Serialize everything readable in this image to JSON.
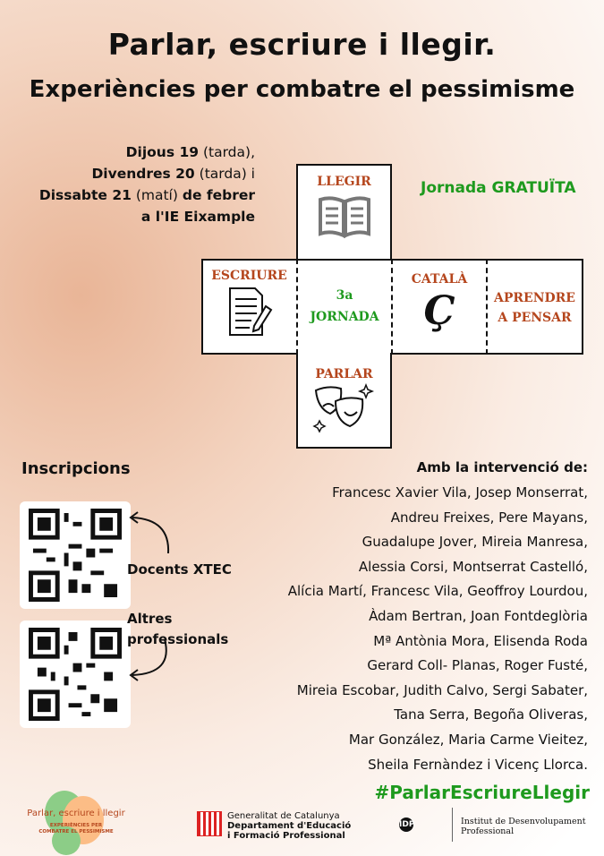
{
  "title": "Parlar, escriure i llegir.",
  "subtitle": "Experiències per combatre el pessimisme",
  "dates": {
    "d1_bold": "Dijous 19",
    "d1_rest": " (tarda),",
    "d2_bold": "Divendres 20",
    "d2_rest": " (tarda) i",
    "d3_bold": "Dissabte 21",
    "d3_mid": " (matí) ",
    "d3_end": "de febrer",
    "d4": "a l'IE Eixample"
  },
  "free": "Jornada GRATUÏTA",
  "cube": {
    "top": "LLEGIR",
    "left": "ESCRIURE",
    "center_1": "3a",
    "center_2": "JORNADA",
    "right": "CATALÀ",
    "far_right_1": "APRENDRE",
    "far_right_2": "A PENSAR",
    "bottom": "PARLAR",
    "cedilla": "Ç"
  },
  "registration": {
    "title": "Inscripcions",
    "qr1_label": "Docents XTEC",
    "qr2_label_1": "Altres",
    "qr2_label_2": "professionals"
  },
  "speakers": {
    "title": "Amb la intervenció de:",
    "lines": [
      "Francesc Xavier Vila, Josep Monserrat,",
      "Andreu Freixes, Pere Mayans,",
      "Guadalupe Jover, Mireia Manresa,",
      "Alessia Corsi, Montserrat Castelló,",
      "Alícia Martí, Francesc Vila, Geoffroy Lourdou,",
      "Àdam Bertran, Joan Fontdeglòria",
      "Mª Antònia Mora, Elisenda Roda",
      "Gerard Coll- Planas, Roger Fusté,",
      "Mireia Escobar, Judith Calvo,  Sergi Sabater,",
      "Tana Serra, Begoña Oliveras,",
      "Mar González,  Maria Carme Vieitez,",
      "Sheila Fernàndez i Vicenç Llorca."
    ]
  },
  "hashtag": "#ParlarEscriureLlegir",
  "footer": {
    "logo_title": "Parlar, escriure i llegir",
    "logo_sub_1": "EXPERIÈNCIES PER",
    "logo_sub_2": "COMBATRE EL PESSIMISME",
    "gen_1": "Generalitat de Catalunya",
    "gen_2": "Departament d'Educació",
    "gen_3": "i Formació Professional",
    "idp_mark": "IDP",
    "idp_1": "Institut de Desenvolupament",
    "idp_2": "Professional"
  }
}
